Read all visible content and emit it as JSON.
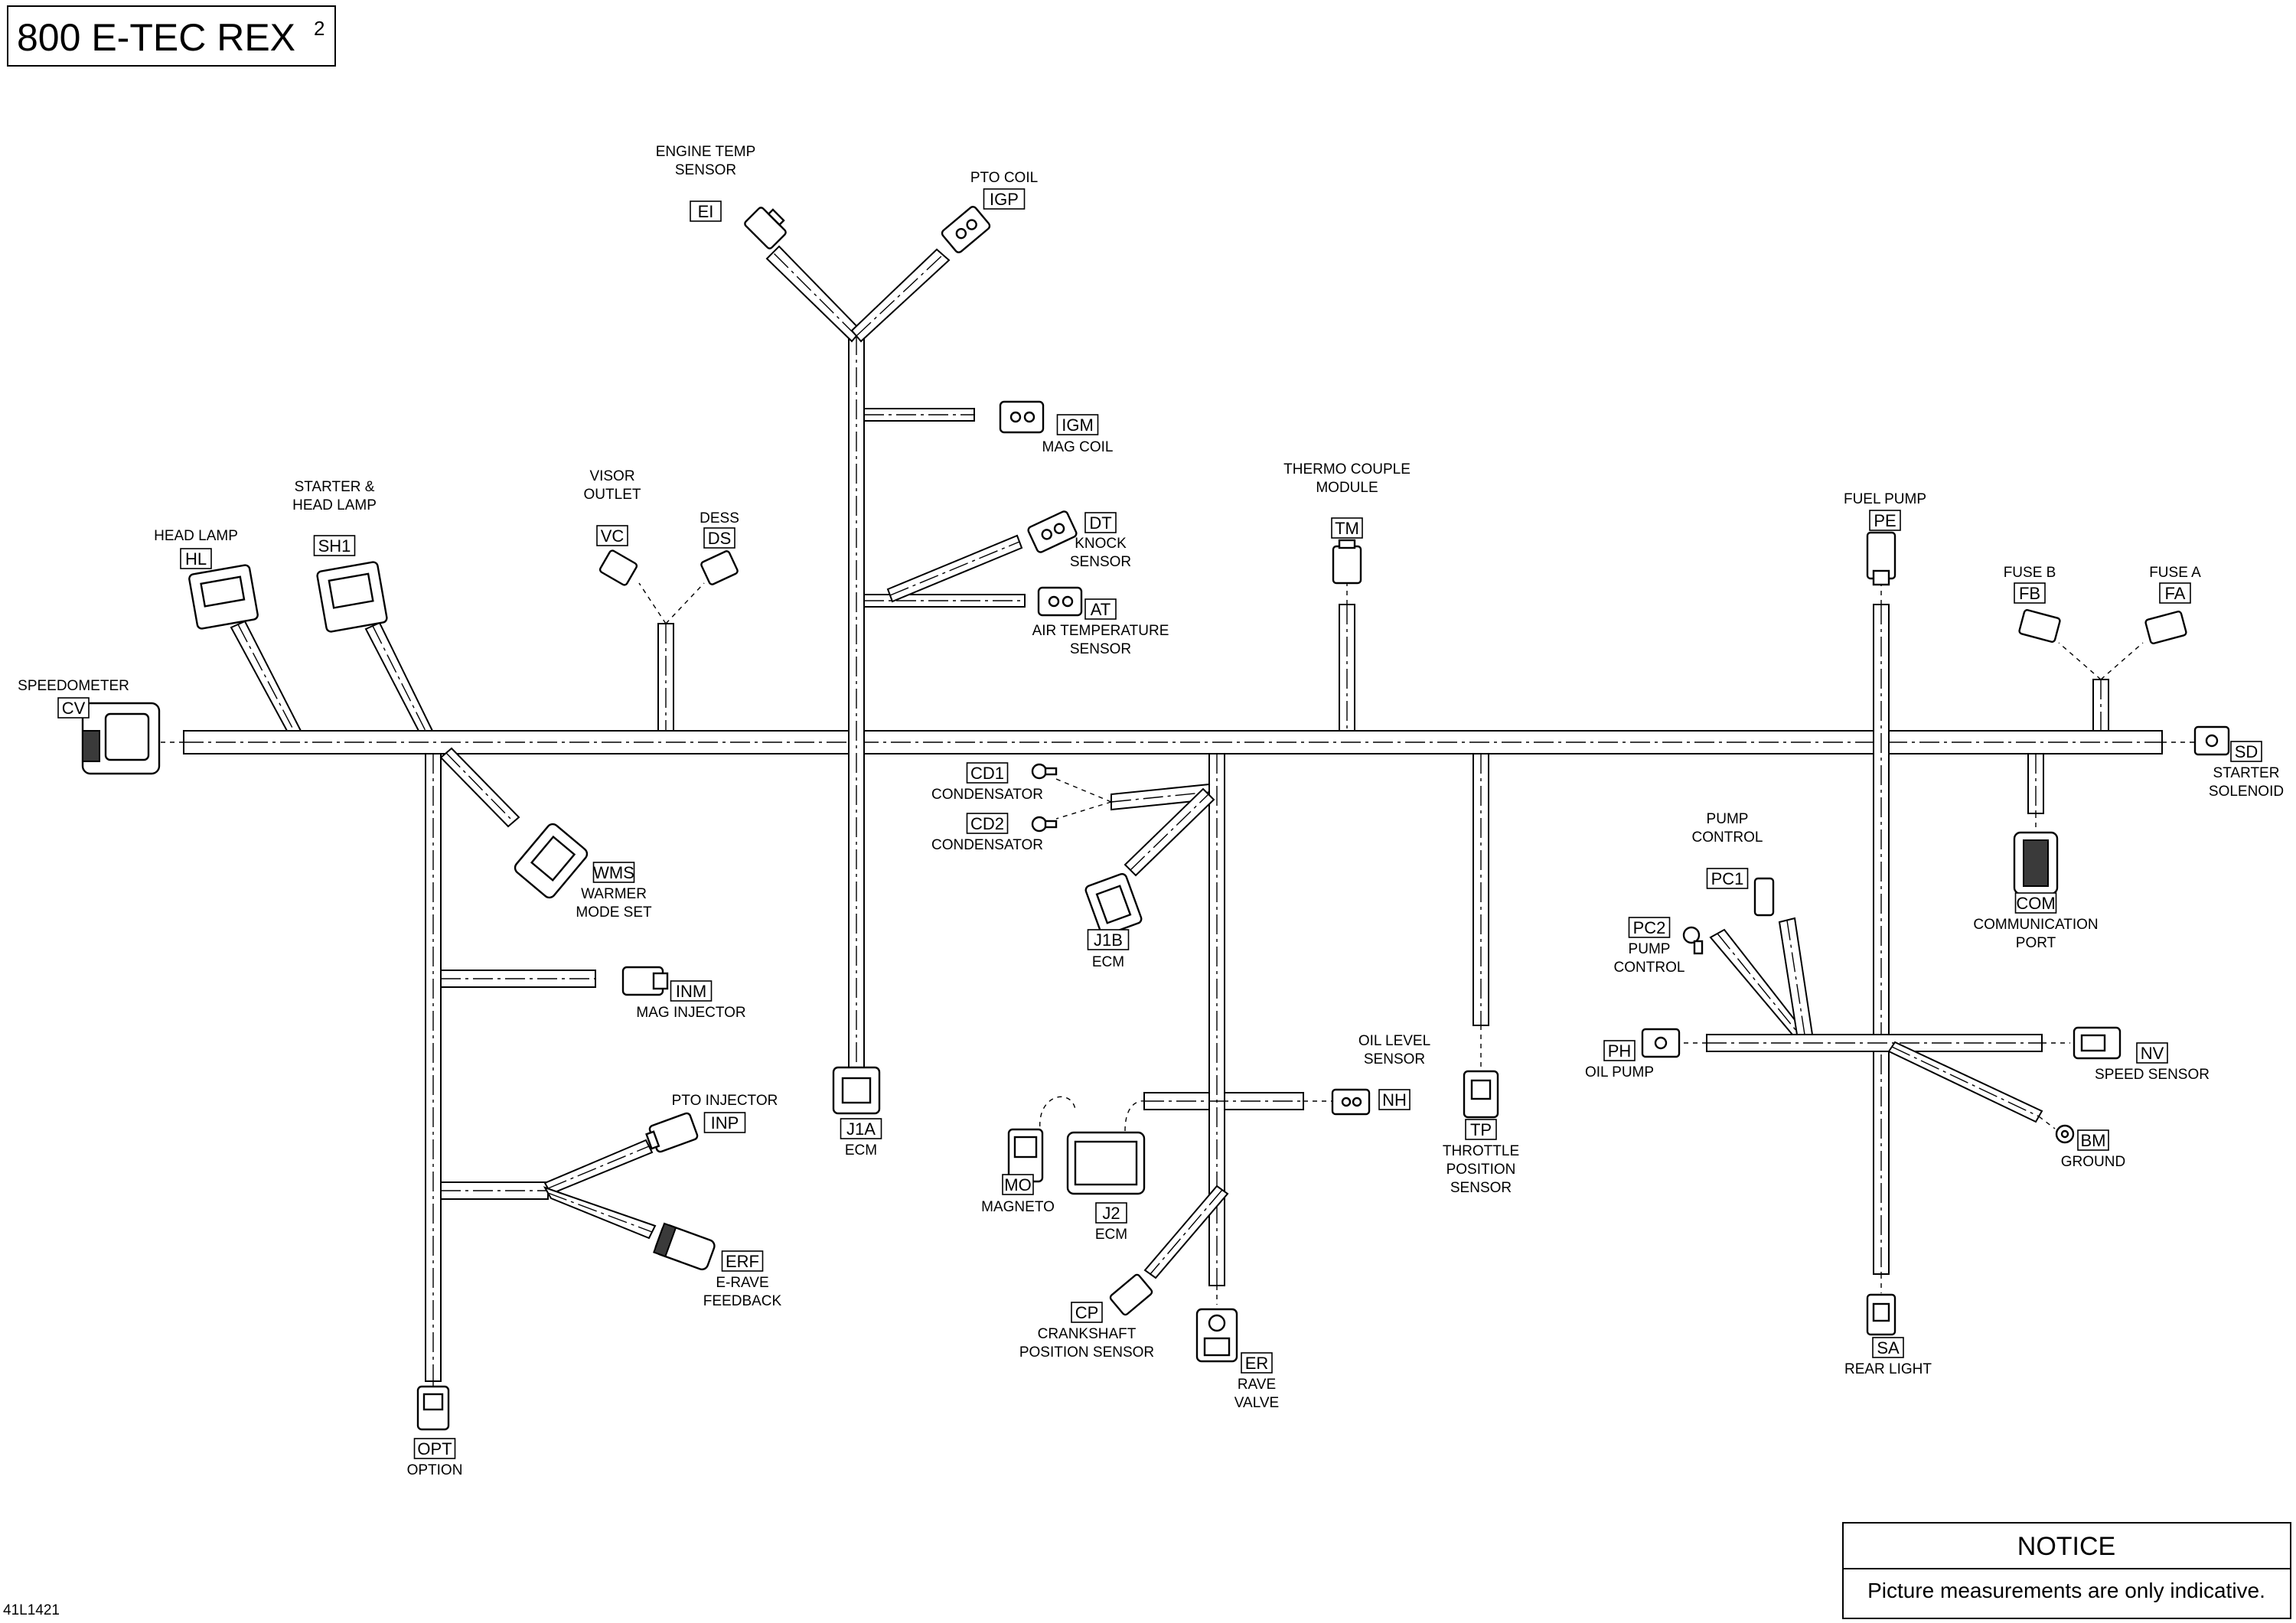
{
  "title": {
    "main": "800 E-TEC REX",
    "superscript": "2"
  },
  "document_number": "41L1421",
  "notice": {
    "heading": "NOTICE",
    "text": "Picture measurements are only indicative."
  },
  "connectors": {
    "EI": {
      "code": "EI",
      "label": [
        "ENGINE TEMP",
        "SENSOR"
      ]
    },
    "IGP": {
      "code": "IGP",
      "label": [
        "PTO COIL"
      ]
    },
    "IGM": {
      "code": "IGM",
      "label": [
        "MAG COIL"
      ]
    },
    "DT": {
      "code": "DT",
      "label": [
        "KNOCK",
        "SENSOR"
      ]
    },
    "AT": {
      "code": "AT",
      "label": [
        "AIR TEMPERATURE",
        "SENSOR"
      ]
    },
    "VC": {
      "code": "VC",
      "label": [
        "VISOR",
        "OUTLET"
      ]
    },
    "DS": {
      "code": "DS",
      "label": [
        "DESS"
      ]
    },
    "SH1": {
      "code": "SH1",
      "label": [
        "STARTER &",
        "HEAD LAMP"
      ]
    },
    "HL": {
      "code": "HL",
      "label": [
        "HEAD LAMP"
      ]
    },
    "CV": {
      "code": "CV",
      "label": [
        "SPEEDOMETER"
      ]
    },
    "TM": {
      "code": "TM",
      "label": [
        "THERMO COUPLE",
        "MODULE"
      ]
    },
    "PE": {
      "code": "PE",
      "label": [
        "FUEL PUMP"
      ]
    },
    "FB": {
      "code": "FB",
      "label": [
        "FUSE B"
      ]
    },
    "FA": {
      "code": "FA",
      "label": [
        "FUSE A"
      ]
    },
    "SD": {
      "code": "SD",
      "label": [
        "STARTER",
        "SOLENOID"
      ]
    },
    "CD1": {
      "code": "CD1",
      "label": [
        "CONDENSATOR"
      ]
    },
    "CD2": {
      "code": "CD2",
      "label": [
        "CONDENSATOR"
      ]
    },
    "J1B": {
      "code": "J1B",
      "label": [
        "ECM"
      ]
    },
    "WMS": {
      "code": "WMS",
      "label": [
        "WARMER",
        "MODE SET"
      ]
    },
    "INM": {
      "code": "INM",
      "label": [
        "MAG INJECTOR"
      ]
    },
    "J1A": {
      "code": "J1A",
      "label": [
        "ECM"
      ]
    },
    "INP": {
      "code": "INP",
      "label": [
        "PTO INJECTOR"
      ]
    },
    "ERF": {
      "code": "ERF",
      "label": [
        "E-RAVE",
        "FEEDBACK"
      ]
    },
    "OPT": {
      "code": "OPT",
      "label": [
        "OPTION"
      ]
    },
    "MO": {
      "code": "MO",
      "label": [
        "MAGNETO"
      ]
    },
    "J2": {
      "code": "J2",
      "label": [
        "ECM"
      ]
    },
    "CP": {
      "code": "CP",
      "label": [
        "CRANKSHAFT",
        "POSITION SENSOR"
      ]
    },
    "ER": {
      "code": "ER",
      "label": [
        "RAVE",
        "VALVE"
      ]
    },
    "NH": {
      "code": "NH",
      "label": [
        "OIL LEVEL",
        "SENSOR"
      ]
    },
    "TP": {
      "code": "TP",
      "label": [
        "THROTTLE",
        "POSITION",
        "SENSOR"
      ]
    },
    "PC1": {
      "code": "PC1",
      "label": [
        "PUMP",
        "CONTROL"
      ]
    },
    "PC2": {
      "code": "PC2",
      "label": [
        "PUMP",
        "CONTROL"
      ]
    },
    "PH": {
      "code": "PH",
      "label": [
        "OIL PUMP"
      ]
    },
    "COM": {
      "code": "COM",
      "label": [
        "COMMUNICATION",
        "PORT"
      ]
    },
    "NV": {
      "code": "NV",
      "label": [
        "SPEED SENSOR"
      ]
    },
    "BM": {
      "code": "BM",
      "label": [
        "GROUND"
      ]
    },
    "SA": {
      "code": "SA",
      "label": [
        "REAR LIGHT"
      ]
    }
  }
}
